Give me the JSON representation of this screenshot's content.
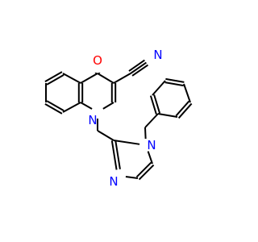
{
  "molecule": {
    "atoms": {
      "o1": {
        "symbol": "O",
        "color": "#ff0000"
      },
      "n_nitrile": {
        "symbol": "N",
        "color": "#0000ff"
      },
      "n1_quinoline": {
        "symbol": "N",
        "color": "#0000ff"
      },
      "n1_imidazole": {
        "symbol": "N",
        "color": "#0000ff"
      },
      "n3_imidazole": {
        "symbol": "N",
        "color": "#0000ff"
      }
    },
    "bond_color": "#000000",
    "background": "#ffffff"
  }
}
